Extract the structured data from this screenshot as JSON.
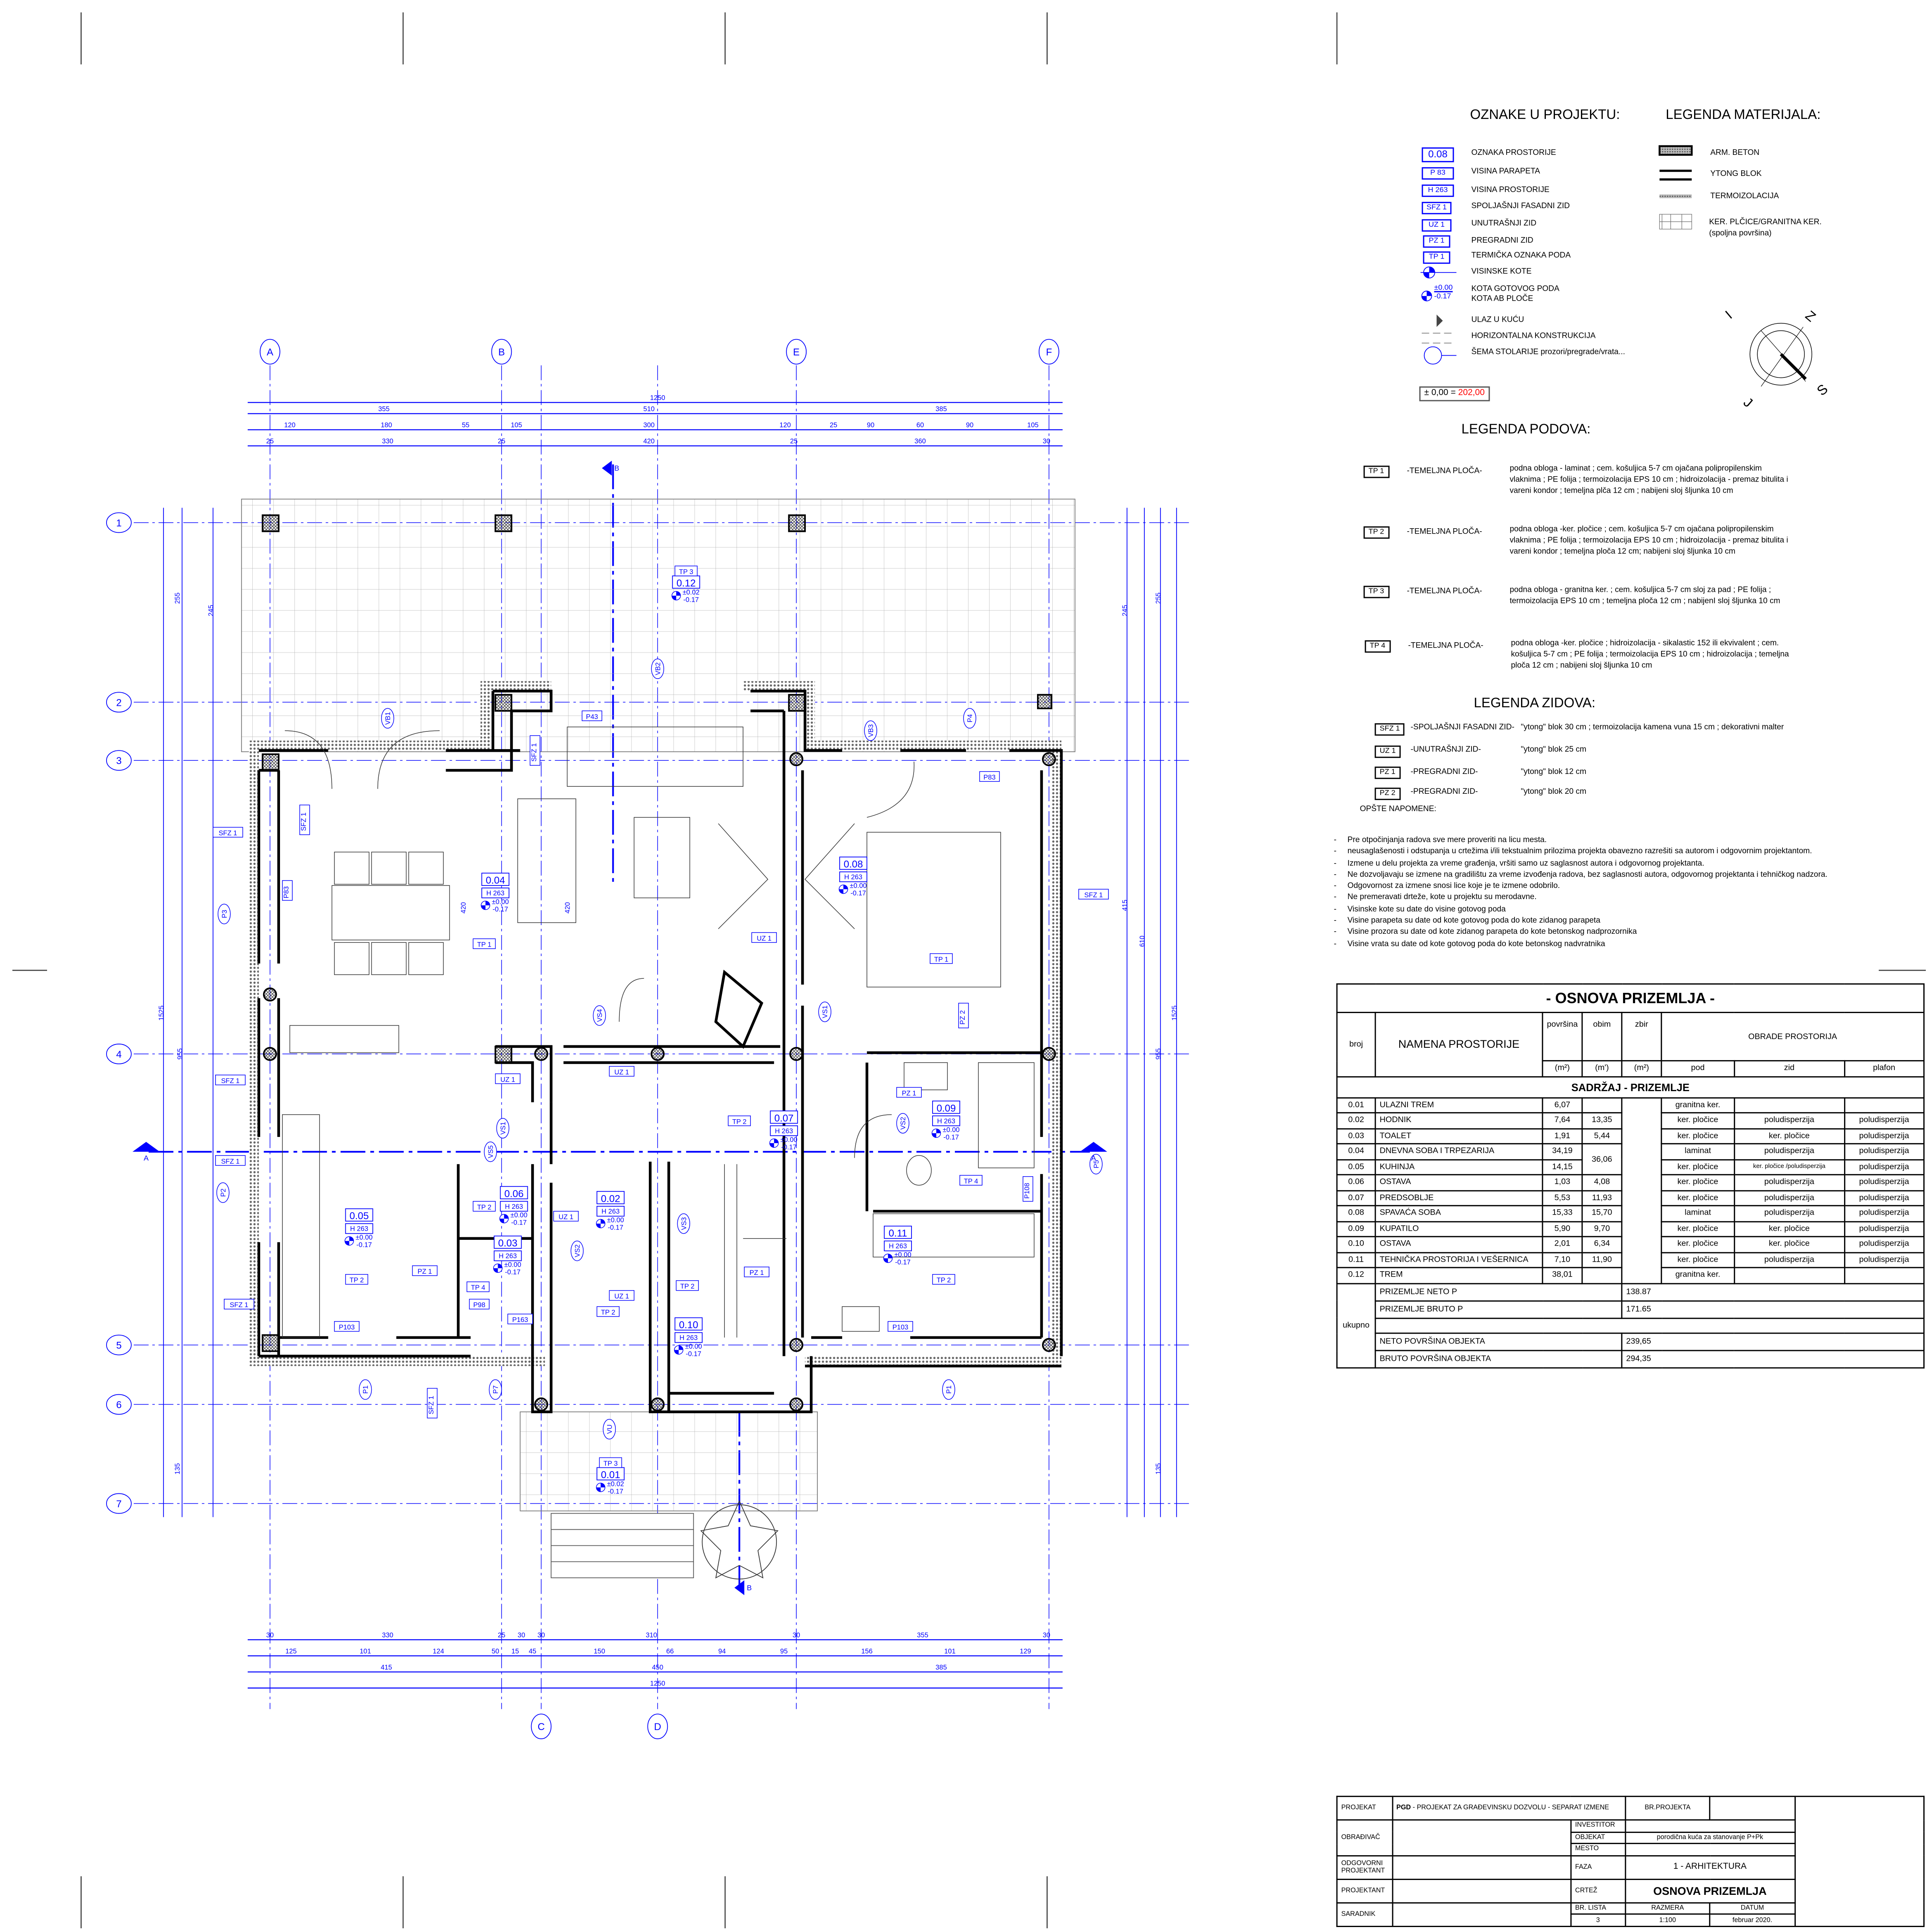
{
  "legend_oznake": {
    "title": "OZNAKE U PROJEKTU:",
    "items": [
      {
        "symbol": "0.08",
        "label": "OZNAKA PROSTORIJE"
      },
      {
        "symbol": "P 83",
        "label": "VISINA PARAPETA"
      },
      {
        "symbol": "H 263",
        "label": "VISINA PROSTORIJE"
      },
      {
        "symbol": "SFZ 1",
        "label": "SPOLJAŠNJI FASADNI ZID"
      },
      {
        "symbol": "UZ 1",
        "label": "UNUTRAŠNJI  ZID"
      },
      {
        "symbol": "PZ 1",
        "label": "PREGRADNI  ZID"
      },
      {
        "symbol": "TP 1",
        "label": "TERMIČKA OZNAKA PODA"
      }
    ],
    "visinske_kote": "VISINSKE KOTE",
    "kota_symbol_top": "±0.00",
    "kota_symbol_bottom": "-0.17",
    "kota_gotovog_poda": "KOTA GOTOVOG PODA",
    "kota_ab_ploce": "KOTA AB PLOČE",
    "ulaz": "ULAZ U KUĆU",
    "horizontalna": "HORIZONTALNA KONSTRUKCIJA",
    "sema": "ŠEMA STOLARIJE   prozori/pregrade/vrata...",
    "zero_left": "± 0,00 = ",
    "zero_value": "202,00",
    "zero_color": "#ff0000"
  },
  "legend_materijala": {
    "title": "LEGENDA MATERIJALA:",
    "items": [
      "ARM. BETON",
      "YTONG BLOK",
      "TERMOIZOLACIJA"
    ],
    "tiles_line1": "KER. PLČICE/GRANITNA KER.",
    "tiles_line2": "(spoljna površina)"
  },
  "compass": {
    "letters": [
      "I",
      "Z",
      "S",
      "J"
    ]
  },
  "legend_podova": {
    "title": "LEGENDA PODOVA:",
    "items": [
      {
        "code": "TP 1",
        "type": "-TEMELJNA PLOČA-",
        "desc": "podna obloga - laminat ;  cem. košuljica 5-7 cm ojačana polipropilenskim vlaknima ; PE folija ; termoizolacija EPS 10 cm ; hidroizolacija - premaz bitulita i vareni kondor ; temeljna plča 12 cm ; nabijeni sloj šljunka 10 cm"
      },
      {
        "code": "TP 2",
        "type": "-TEMELJNA PLOČA-",
        "desc": "podna obloga -ker. pločice ; cem. košuljica 5-7 cm ojačana polipropilenskim vlaknima ;  PE folija ; termoizolacija EPS 10 cm ; hidroizolacija - premaz bitulita i vareni kondor ; temeljna ploča 12 cm; nabijeni sloj šljunka 10 cm"
      },
      {
        "code": "TP 3",
        "type": "-TEMELJNA PLOČA-",
        "desc": "podna obloga - granitna ker. ; cem. košuljica 5-7 cm sloj za pad  ; PE folija ; termoizolacija EPS 10 cm ; temeljna ploča 12 cm ; nabijenI sloj šljunka 10 cm"
      },
      {
        "code": "TP 4",
        "type": "-TEMELJNA PLOČA-",
        "desc": "podna obloga -ker. pločice ; hidroizolacija - sikalastic 152 ili ekvivalent ; cem. košuljica 5-7 cm ; PE folija ;  termoizolacija EPS 10 cm ; hidroizolacija ; temeljna ploča 12 cm ; nabijeni sloj šljunka 10 cm"
      }
    ]
  },
  "legend_zidova": {
    "title": "LEGENDA ZIDOVA:",
    "items": [
      {
        "code": "SFZ 1",
        "type": "-SPOLJAŠNJI FASADNI ZID-",
        "desc": "\"ytong\" blok 30 cm ; termoizolacija kamena vuna 15 cm ; dekorativni malter"
      },
      {
        "code": "UZ 1",
        "type": "-UNUTRAŠNJI ZID-",
        "desc": "\"ytong\" blok 25 cm"
      },
      {
        "code": "PZ 1",
        "type": "-PREGRADNI ZID-",
        "desc": "\"ytong\" blok 12 cm"
      },
      {
        "code": "PZ 2",
        "type": "-PREGRADNI ZID-",
        "desc": "\"ytong\" blok 20 cm"
      }
    ]
  },
  "napomene": {
    "title": "OPŠTE NAPOMENE:",
    "items": [
      "Pre otpočinjanja radova sve mere  proveriti na licu mesta.",
      "neusaglašenosti i odstupanja u crtežima i/ili tekstualnim prilozima projekta obavezno razrešiti sa autorom i odgovornim projektantom.",
      "Izmene u delu projekta za vreme građenja, vršiti samo uz saglasnost autora i odgovornog projektanta.",
      "Ne dozvoljavaju se izmene na gradilištu za vreme izvođenja radova, bez saglasnosti autora, odgovornog projektanta i tehničkog nadzora.",
      "Odgovornost za izmene snosi lice koje je te izmene odobrilo.",
      "Ne premeravati drteže, kote u projektu su merodavne.",
      "Visinske kote su date do visine gotovog poda",
      "Visine parapeta su date od kote gotovog poda do kote zidanog parapeta",
      "Visine prozora su date od kote zidanog parapeta do kote betonskog nadprozornika",
      "Visine vrata su date od kote gotovog poda do kote betonskog nadvratnika"
    ]
  },
  "room_table": {
    "title": "- OSNOVA PRIZEMLJA -",
    "headers": {
      "broj": "broj",
      "namena": "NAMENA PROSTORIJE",
      "povrsina": "površina",
      "obim": "obim",
      "zbir": "zbir",
      "obrade": "OBRADE PROSTORIJA",
      "u_povrsina": "(m²)",
      "u_obim": "(m')",
      "u_zbir": "(m²)",
      "pod": "pod",
      "zid": "zid",
      "plafon": "plafon"
    },
    "section": "SADRŽAJ - PRIZEMLJE",
    "rows": [
      {
        "broj": "0.01",
        "namena": "ULAZNI TREM",
        "povrsina": "6,07",
        "obim": "",
        "pod": "granitna ker.",
        "zid": "",
        "plafon": ""
      },
      {
        "broj": "0.02",
        "namena": "HODNIK",
        "povrsina": "7,64",
        "obim": "13,35",
        "pod": "ker. pločice",
        "zid": "poludisperzija",
        "plafon": "poludisperzija"
      },
      {
        "broj": "0.03",
        "namena": "TOALET",
        "povrsina": "1,91",
        "obim": "5,44",
        "pod": "ker. pločice",
        "zid": "ker. pločice",
        "plafon": "poludisperzija"
      },
      {
        "broj": "0.04",
        "namena": "DNEVNA SOBA I TRPEZARIJA",
        "povrsina": "34,19",
        "obim": "36,06",
        "pod": "laminat",
        "zid": "poludisperzija",
        "plafon": "poludisperzija"
      },
      {
        "broj": "0.05",
        "namena": "KUHINJA",
        "povrsina": "14,15",
        "obim": "",
        "pod": "ker. pločice",
        "zid": "ker. pločice /poludisperzija",
        "plafon": "poludisperzija"
      },
      {
        "broj": "0.06",
        "namena": "OSTAVA",
        "povrsina": "1,03",
        "obim": "4,08",
        "pod": "ker. pločice",
        "zid": "poludisperzija",
        "plafon": "poludisperzija"
      },
      {
        "broj": "0.07",
        "namena": "PREDSOBLJE",
        "povrsina": "5,53",
        "obim": "11,93",
        "pod": "ker. pločice",
        "zid": "poludisperzija",
        "plafon": "poludisperzija"
      },
      {
        "broj": "0.08",
        "namena": "SPAVAĆA SOBA",
        "povrsina": "15,33",
        "obim": "15,70",
        "pod": "laminat",
        "zid": "poludisperzija",
        "plafon": "poludisperzija"
      },
      {
        "broj": "0.09",
        "namena": "KUPATILO",
        "povrsina": "5,90",
        "obim": "9,70",
        "pod": "ker. pločice",
        "zid": "ker. pločice",
        "plafon": "poludisperzija"
      },
      {
        "broj": "0.10",
        "namena": "OSTAVA",
        "povrsina": "2,01",
        "obim": "6,34",
        "pod": "ker. pločice",
        "zid": "ker. pločice",
        "plafon": "poludisperzija"
      },
      {
        "broj": "0.11",
        "namena": "TEHNIČKA PROSTORIJA I VEŠERNICA",
        "povrsina": "7,10",
        "obim": "11,90",
        "pod": "ker. pločice",
        "zid": "poludisperzija",
        "plafon": "poludisperzija"
      },
      {
        "broj": "0.12",
        "namena": "TREM",
        "povrsina": "38,01",
        "obim": "",
        "pod": "granitna ker.",
        "zid": "",
        "plafon": ""
      }
    ],
    "ukupno_label": "ukupno",
    "totals": [
      {
        "label": "PRIZEMLJE NETO P",
        "value": "138.87"
      },
      {
        "label": "PRIZEMLJE BRUTO P",
        "value": "171.65"
      },
      {
        "label": "NETO POVRŠINA OBJEKTA",
        "value": "239,65"
      },
      {
        "label": "BRUTO POVRŠINA OBJEKTA",
        "value": "294,35"
      }
    ]
  },
  "title_block": {
    "projekat_label": "PROJEKAT",
    "projekat_bold": "PGD",
    "projekat_value": " - PROJEKAT ZA GRAĐEVINSKU DOZVOLU - SEPARAT IZMENE",
    "br_projekta": "BR.PROJEKTA",
    "obradjivac": "OBRAĐIVAČ",
    "investitor": "INVESTITOR",
    "objekat": "OBJEKAT",
    "objekat_value": "porodična kuća za stanovanje P+Pk",
    "mesto": "MESTO",
    "odgovorni": "ODGOVORNI PROJEKTANT",
    "faza": "FAZA",
    "faza_value": "1 - ARHITEKTURA",
    "projektant": "PROJEKTANT",
    "crtez": "CRTEŽ",
    "crtez_value": "OSNOVA PRIZEMLJA",
    "saradnik": "SARADNIK",
    "br_lista": "BR. LISTA",
    "br_lista_value": "3",
    "razmera": "RAZMERA",
    "razmera_value": "1:100",
    "datum": "DATUM",
    "datum_value": "februar 2020."
  },
  "plan": {
    "line_color": "#0000ff",
    "axes_top": [
      "A",
      "B",
      "E",
      "F"
    ],
    "axes_bottom": [
      "C",
      "D"
    ],
    "axes_rows": [
      "1",
      "2",
      "3",
      "4",
      "5",
      "6",
      "7"
    ],
    "section_marks": [
      "A",
      "A",
      "B",
      "B"
    ],
    "dims_top": [
      [
        "1250"
      ],
      [
        "355",
        "510",
        "385"
      ],
      [
        "120",
        "180",
        "55",
        "105",
        "300",
        "120",
        "25",
        "90",
        "60",
        "90",
        "105"
      ],
      [
        "25",
        "330",
        "25",
        "420",
        "25",
        "360",
        "30"
      ]
    ],
    "dims_bottom": [
      [
        "30",
        "330",
        "25",
        "30",
        "30",
        "310",
        "30",
        "355",
        "30"
      ],
      [
        "125",
        "101",
        "124",
        "50",
        "15",
        "45",
        "150",
        "66",
        "94",
        "95",
        "156",
        "101",
        "129"
      ],
      [
        "415",
        "450",
        "385"
      ],
      [
        "1250"
      ]
    ],
    "dims_side": [
      "1525",
      "955",
      "1525",
      "955",
      "610",
      "415",
      "420",
      "420",
      "245",
      "255",
      "245",
      "255",
      "135",
      "135"
    ],
    "rooms": [
      {
        "id": "0.12",
        "h": "",
        "tp": "TP 3",
        "top": "±0.02",
        "bot": "-0.17"
      },
      {
        "id": "0.04",
        "h": "H 263",
        "tp": "TP 1",
        "top": "±0.00",
        "bot": "-0.17"
      },
      {
        "id": "0.08",
        "h": "H 263",
        "tp": "TP 1",
        "top": "±0.00",
        "bot": "-0.17"
      },
      {
        "id": "0.05",
        "h": "H 263",
        "tp": "TP 2",
        "top": "±0.00",
        "bot": "-0.17"
      },
      {
        "id": "0.06",
        "h": "H 263",
        "tp": "TP 2",
        "top": "±0.00",
        "bot": "-0.17"
      },
      {
        "id": "0.03",
        "h": "H 263",
        "tp": "TP 4",
        "top": "±0.00",
        "bot": "-0.17"
      },
      {
        "id": "0.02",
        "h": "H 263",
        "tp": "TP 2",
        "top": "±0.00",
        "bot": "-0.17"
      },
      {
        "id": "0.07",
        "h": "H 263",
        "tp": "TP 2",
        "top": "±0.00",
        "bot": "-0.17"
      },
      {
        "id": "0.09",
        "h": "H 263",
        "tp": "TP 4",
        "top": "±0.00",
        "bot": "-0.17"
      },
      {
        "id": "0.11",
        "h": "H 263",
        "tp": "TP 2",
        "top": "±0.00",
        "bot": "-0.17"
      },
      {
        "id": "0.10",
        "h": "H 263",
        "tp": "TP 2",
        "top": "±0.00",
        "bot": "-0.17"
      },
      {
        "id": "0.01",
        "h": "",
        "tp": "TP 3",
        "top": "±0.02",
        "bot": "-0.17"
      }
    ],
    "tags": [
      "SFZ 1",
      "SFZ 1",
      "SFZ 1",
      "SFZ 1",
      "SFZ 1",
      "SFZ 1",
      "SFZ 1",
      "SFZ 1",
      "UZ 1",
      "UZ 1",
      "UZ 1",
      "UZ 1",
      "UZ 1",
      "PZ 1",
      "PZ 1",
      "PZ 1",
      "PZ 2",
      "P43",
      "P83",
      "P83",
      "P98",
      "P103",
      "P103",
      "P108",
      "P163"
    ],
    "openings": [
      "VB1",
      "VB2",
      "VB3",
      "P4",
      "P3",
      "P2",
      "P1",
      "P1",
      "P5",
      "P7",
      "VS1",
      "VS2",
      "VS3",
      "VS4",
      "VS5",
      "VS1",
      "VS2",
      "VU"
    ]
  }
}
